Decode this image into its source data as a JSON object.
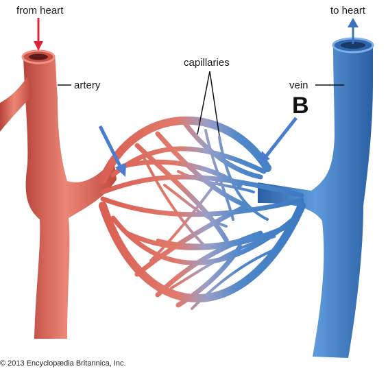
{
  "labels": {
    "from_heart": "from heart",
    "to_heart": "to heart",
    "artery": "artery",
    "vein": "vein",
    "capillaries": "capillaries",
    "letter_b": "B"
  },
  "credit": "© 2013 Encyclopædia Britannica, Inc.",
  "colors": {
    "artery": "#dd6b5d",
    "artery_dark": "#b8433a",
    "vein": "#3d7cc4",
    "vein_dark": "#2a5ea3",
    "red_arrow": "#e0233a",
    "blue_arrow": "#4a7dd0"
  }
}
